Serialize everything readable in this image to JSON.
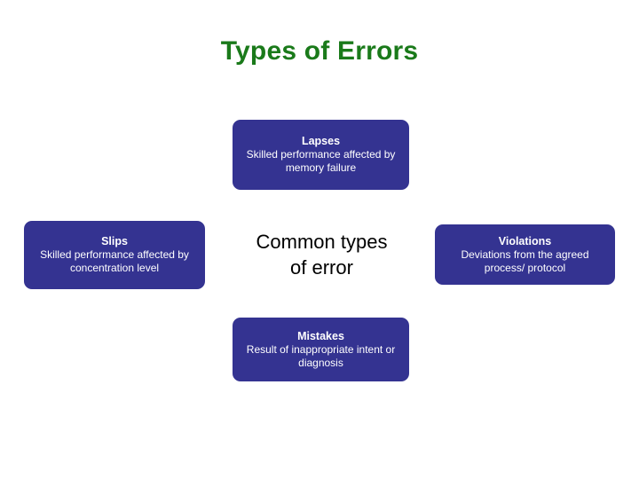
{
  "slide": {
    "title": "Types of Errors",
    "title_color": "#1a7a1a",
    "background_color": "#ffffff",
    "node_fill_color": "#343391",
    "node_text_color": "#ffffff",
    "center_text_color": "#000000"
  },
  "center": {
    "line1": "Common types",
    "line2": "of error"
  },
  "nodes": [
    {
      "id": "lapses",
      "title": "Lapses",
      "description": "Skilled performance affected by memory failure",
      "position": "top"
    },
    {
      "id": "slips",
      "title": "Slips",
      "description": "Skilled performance affected by concentration level",
      "position": "left"
    },
    {
      "id": "violations",
      "title": "Violations",
      "description": "Deviations from the agreed process/ protocol",
      "position": "right"
    },
    {
      "id": "mistakes",
      "title": "Mistakes",
      "description": "Result of inappropriate intent or diagnosis",
      "position": "bottom"
    }
  ]
}
